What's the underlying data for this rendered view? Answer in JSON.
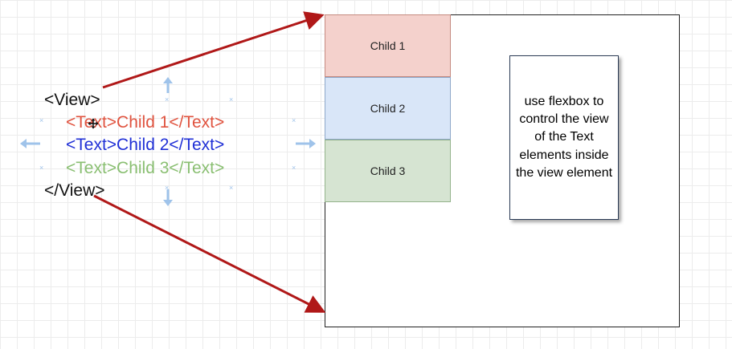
{
  "code": {
    "view_open": "<View>",
    "child1": "<Text>Child 1</Text>",
    "child2": "<Text>Child 2</Text>",
    "child3": "<Text>Child 3</Text>",
    "view_close": "</View>"
  },
  "boxes": {
    "child1_label": "Child 1",
    "child2_label": "Child 2",
    "child3_label": "Child 3"
  },
  "note": {
    "text": "use flexbox to control the view of the Text elements inside the view element"
  },
  "colors": {
    "child1_text": "#e0533f",
    "child2_text": "#1f2fd6",
    "child3_text": "#8abf72",
    "child1_fill": "#f4d1cc",
    "child1_border": "#c58a80",
    "child2_fill": "#d9e6f8",
    "child2_border": "#8ea7c9",
    "child3_fill": "#d6e4d2",
    "child3_border": "#93b38b",
    "arrow": "#b01818",
    "selection_handles": "#9fc3ea"
  }
}
